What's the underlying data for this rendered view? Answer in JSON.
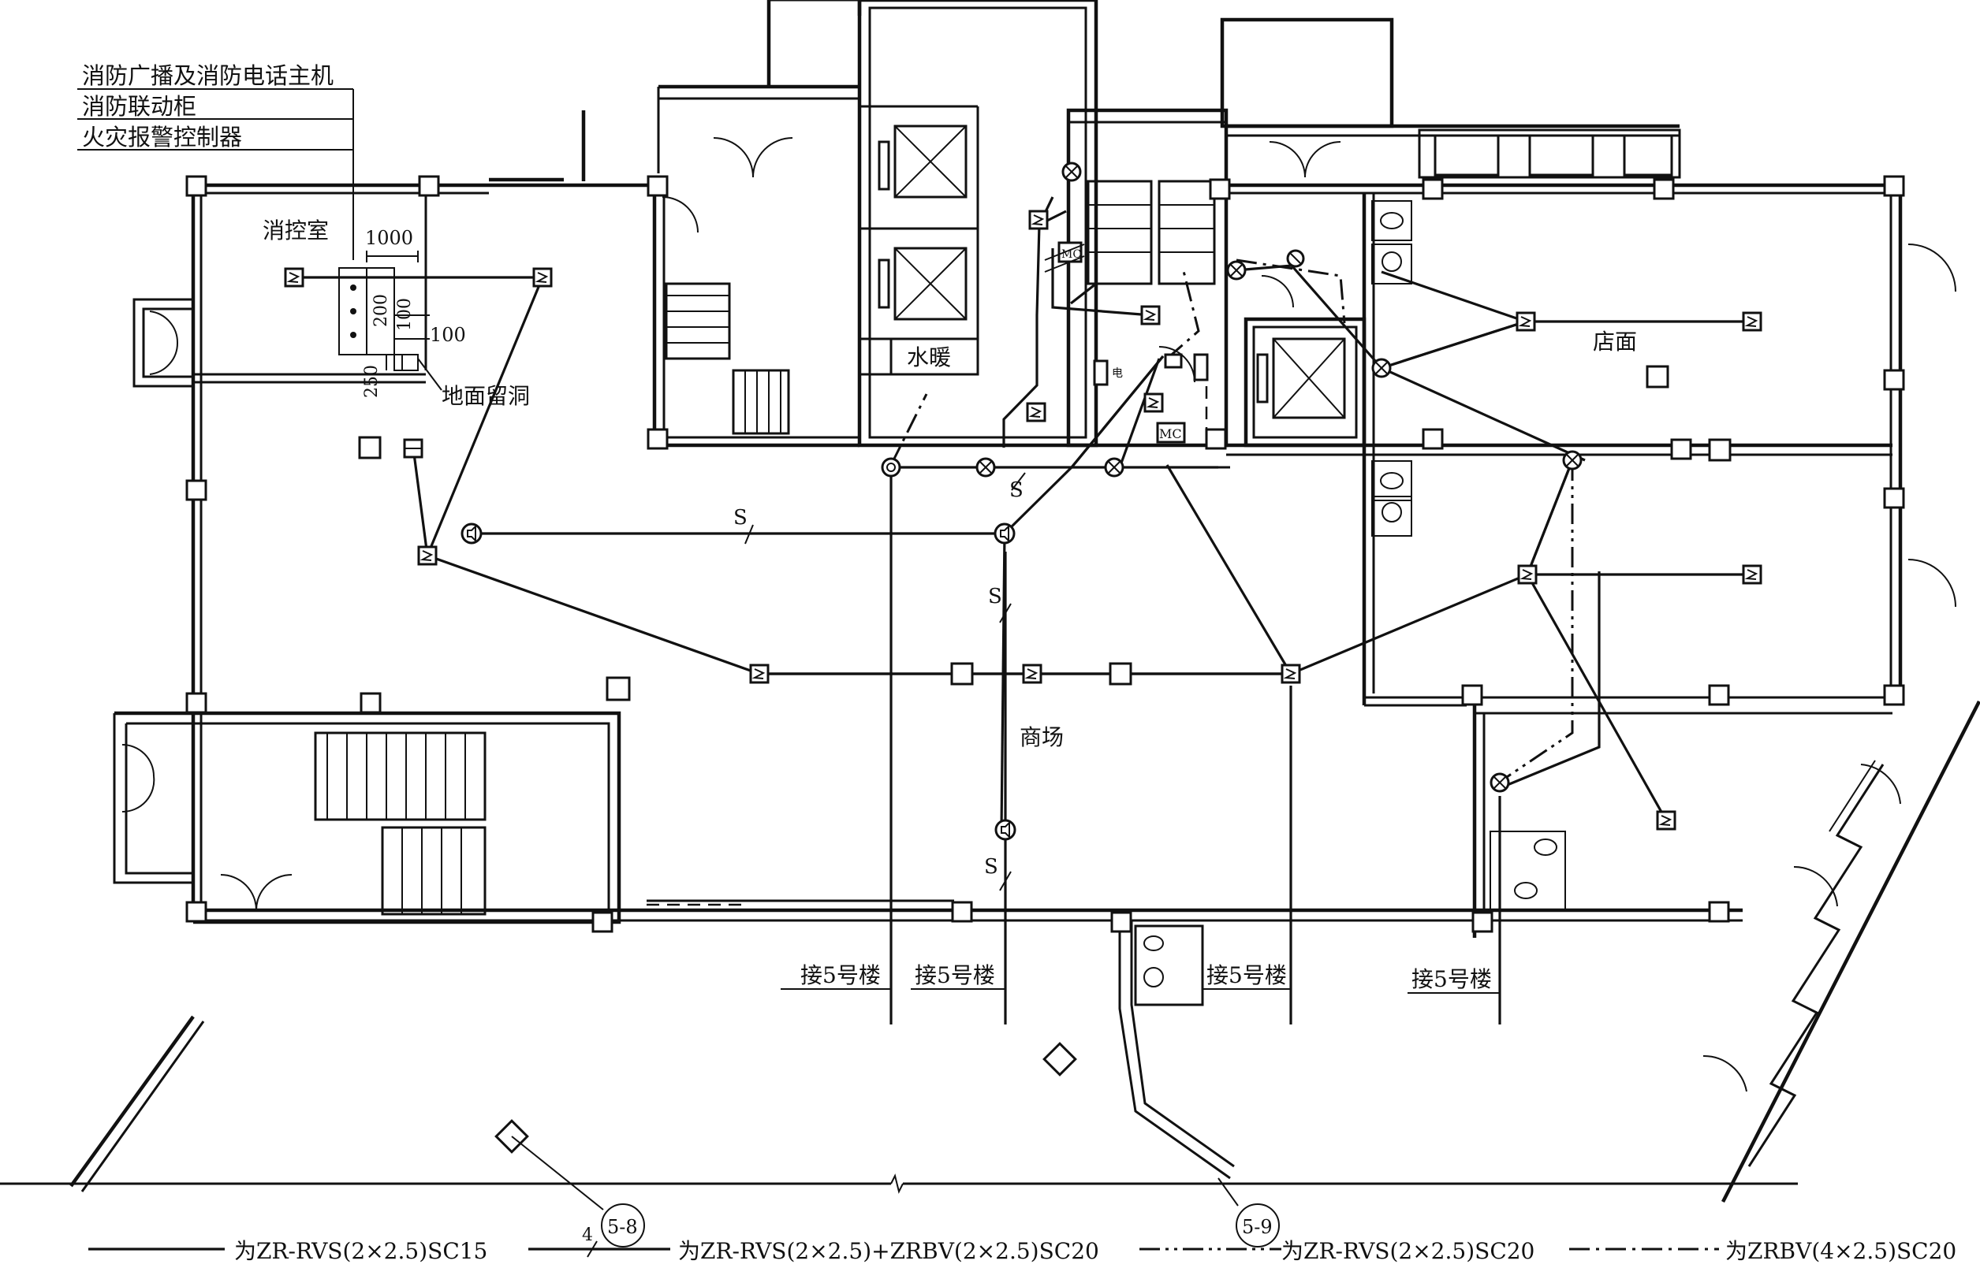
{
  "equipment_labels": [
    "消防广播及消防电话主机",
    "消防联动柜",
    "火灾报警控制器"
  ],
  "rooms": {
    "control_room": "消控室",
    "hvac": "水暖",
    "shop": "店面",
    "mall": "商场"
  },
  "dimensions": {
    "d1000": "1000",
    "d200": "200",
    "d100a": "100",
    "d100b": "100",
    "d250": "250"
  },
  "floor_opening": "地面留洞",
  "wire_tags": [
    "S",
    "S",
    "S",
    "S"
  ],
  "connect_labels": [
    "接5号楼",
    "接5号楼",
    "接5号楼",
    "接5号楼"
  ],
  "callouts": [
    "5-8",
    "5-9"
  ],
  "small_labels": {
    "mc1": "MC",
    "mc2": "MC",
    "electric": "电"
  },
  "legend": {
    "items": [
      "为ZR-RVS(2×2.5)SC15",
      "为ZR-RVS(2×2.5)+ZRBV(2×2.5)SC20",
      "为ZR-RVS(2×2.5)SC20",
      "为ZRBV(4×2.5)SC20"
    ],
    "count_mark": "4"
  },
  "device_symbols": [
    "smoke-detector",
    "manual-call-point",
    "loudspeaker",
    "fire-telephone",
    "module-box",
    "fire-hydrant-button"
  ]
}
